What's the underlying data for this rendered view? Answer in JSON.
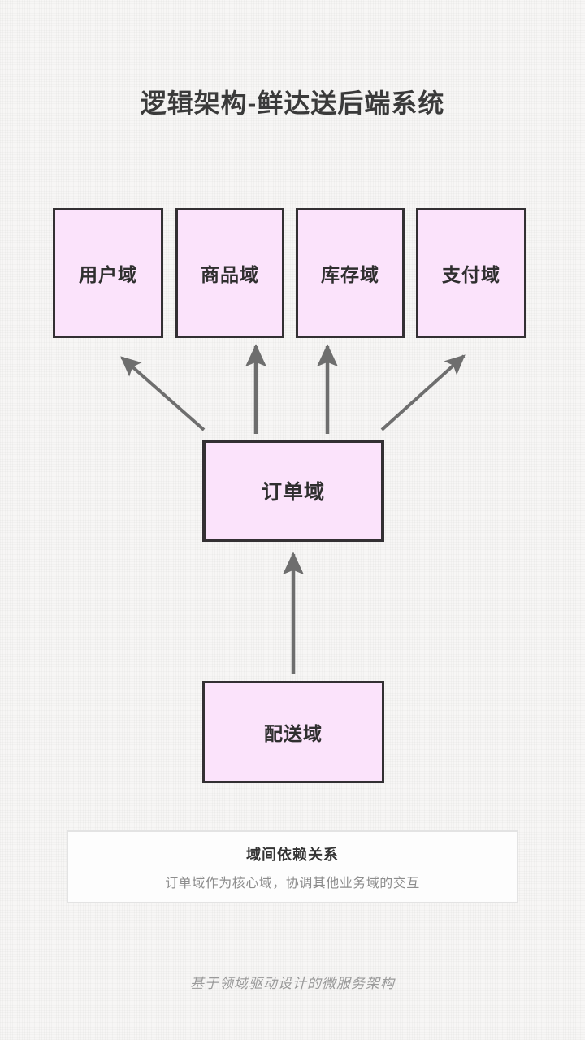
{
  "header": {
    "title": "逻辑架构-鲜达送后端系统"
  },
  "diagram": {
    "type": "domain-dependency-diagram",
    "box_fill_color": "#FBE3FB",
    "box_border_color": "#333033",
    "arrow_color": "#6E6E6E",
    "nodes": [
      {
        "id": "user",
        "label": "用户域",
        "row": "top",
        "order": 1
      },
      {
        "id": "product",
        "label": "商品域",
        "row": "top",
        "order": 2
      },
      {
        "id": "inventory",
        "label": "库存域",
        "row": "top",
        "order": 3
      },
      {
        "id": "payment",
        "label": "支付域",
        "row": "top",
        "order": 4
      },
      {
        "id": "order",
        "label": "订单域",
        "row": "middle",
        "order": 1,
        "emphasis": "core"
      },
      {
        "id": "delivery",
        "label": "配送域",
        "row": "bottom",
        "order": 1
      }
    ],
    "edges": [
      {
        "from": "order",
        "to": "user",
        "style": "solid-arrow"
      },
      {
        "from": "order",
        "to": "product",
        "style": "solid-arrow"
      },
      {
        "from": "order",
        "to": "inventory",
        "style": "solid-arrow"
      },
      {
        "from": "order",
        "to": "payment",
        "style": "solid-arrow"
      },
      {
        "from": "delivery",
        "to": "order",
        "style": "solid-arrow"
      }
    ]
  },
  "info_panel": {
    "title": "域间依赖关系",
    "description": "订单域作为核心域，协调其他业务域的交互"
  },
  "footer": {
    "note": "基于领域驱动设计的微服务架构"
  }
}
